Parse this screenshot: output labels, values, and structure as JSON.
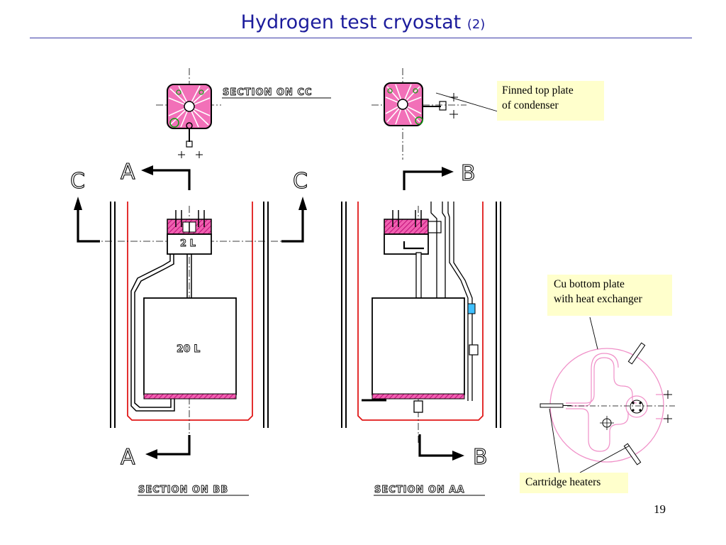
{
  "title": {
    "main": "Hydrogen test cryostat",
    "sub": "(2)"
  },
  "page_number": "19",
  "callouts": {
    "finned_top_plate": [
      "Finned top plate",
      "of condenser"
    ],
    "cu_bottom_plate": [
      "Cu bottom plate",
      "with heat exchanger"
    ],
    "cartridge_heaters": "Cartridge heaters"
  },
  "drawing_labels": {
    "section_cc": "SECTION ON CC",
    "section_bb": "SECTION ON BB",
    "section_aa": "SECTION ON AA",
    "letter_a": "A",
    "letter_b": "B",
    "letter_c": "C",
    "vessel_small": "2 L",
    "vessel_large": "20 L"
  },
  "colors": {
    "title": "#1c1c9c",
    "magenta": "#e0108a",
    "red": "#e01818",
    "green": "#18a018",
    "callout_bg": "#ffffcc",
    "pink_outline": "#f090c8"
  }
}
